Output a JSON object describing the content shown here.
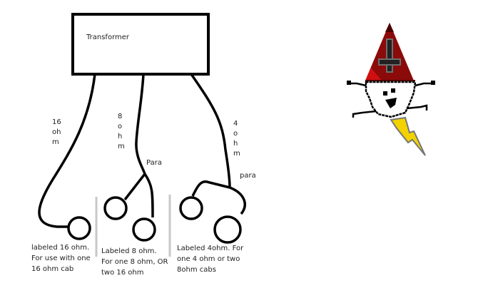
{
  "diagram": {
    "transformer": {
      "label": "Transformer"
    },
    "wires": [
      {
        "id": "16ohm",
        "label": "16\noh\nm"
      },
      {
        "id": "8ohm",
        "label": "8\no\nh\nm",
        "junction_label": "Para"
      },
      {
        "id": "4ohm",
        "label": "4\no\nh\nm",
        "junction_label": "para"
      }
    ],
    "captions": [
      {
        "id": "16ohm-cab",
        "lines": [
          "labeled 16 ohm.",
          "For use with one",
          "16 ohm cab"
        ]
      },
      {
        "id": "8ohm-cab",
        "lines": [
          "Labeled 8 ohm.",
          "For one 8 ohm, OR",
          "two 16 ohm"
        ]
      },
      {
        "id": "4ohm-cab",
        "lines": [
          "Labeled 4ohm. For",
          "one 4 ohm or two",
          "8ohm cabs"
        ]
      }
    ],
    "mascot": {
      "icon": "pixel-wizard-skull-with-lightning-bolt",
      "colors": {
        "hat": "#8b0000",
        "hat_cross": "#6e6e6e",
        "bolt": "#f2d200"
      }
    }
  }
}
